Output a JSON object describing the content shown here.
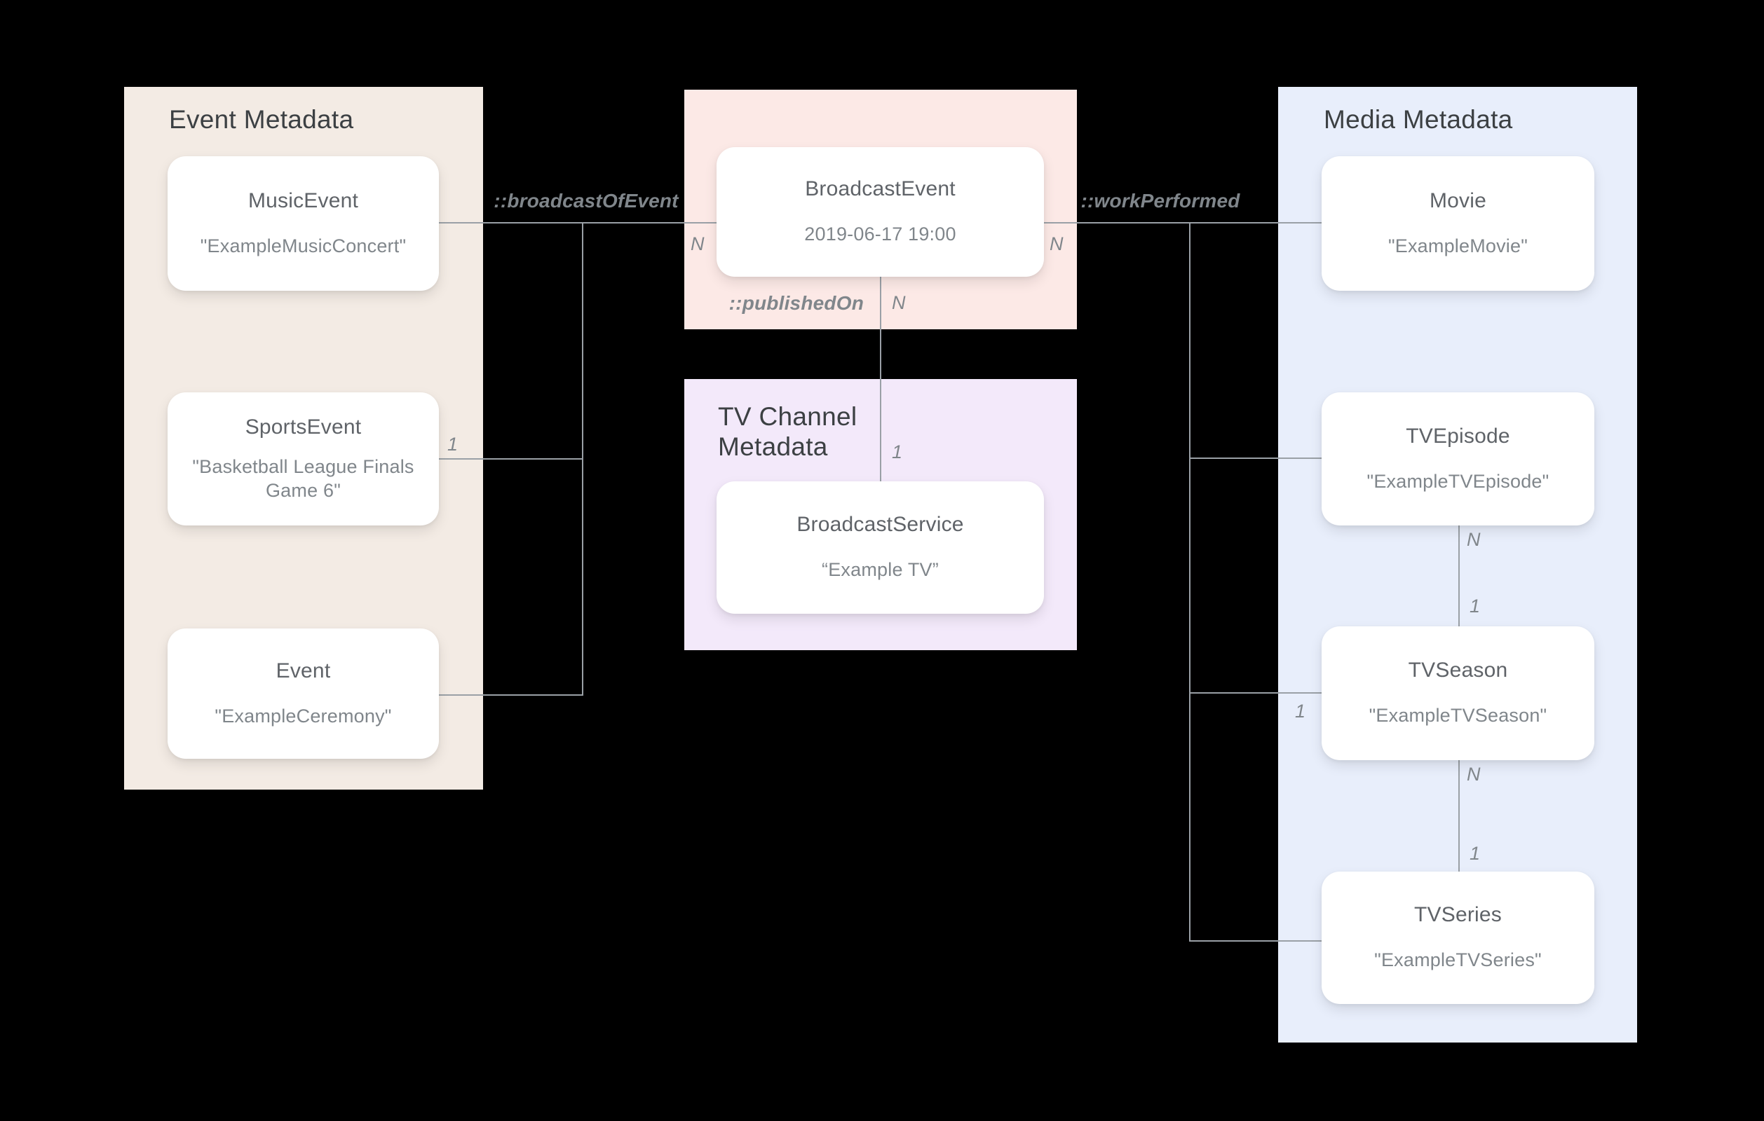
{
  "colors": {
    "background": "#000000",
    "event_panel": "#F3EBE4",
    "broadcast_panel": "#FCE9E6",
    "tv_channel_panel": "#F3E9FA",
    "media_panel": "#E8EEFB",
    "card": "#FFFFFF",
    "line": "#9AA0A6",
    "panel_title": "#3C4043",
    "card_title": "#5F6368",
    "card_subtitle": "#80868B",
    "label": "#80868B"
  },
  "panels": {
    "event": {
      "title": "Event Metadata",
      "nodes": [
        {
          "title": "MusicEvent",
          "subtitle": "\"ExampleMusicConcert\""
        },
        {
          "title": "SportsEvent",
          "subtitle": "\"Basketball League Finals Game 6\""
        },
        {
          "title": "Event",
          "subtitle": "\"ExampleCeremony\""
        }
      ]
    },
    "broadcast": {
      "nodes": [
        {
          "title": "BroadcastEvent",
          "subtitle": "2019-06-17 19:00"
        }
      ]
    },
    "tv_channel": {
      "title": "TV Channel Metadata",
      "nodes": [
        {
          "title": "BroadcastService",
          "subtitle": "“Example TV”"
        }
      ]
    },
    "media": {
      "title": "Media Metadata",
      "nodes": [
        {
          "title": "Movie",
          "subtitle": "\"ExampleMovie\""
        },
        {
          "title": "TVEpisode",
          "subtitle": "\"ExampleTVEpisode\""
        },
        {
          "title": "TVSeason",
          "subtitle": "\"ExampleTVSeason\""
        },
        {
          "title": "TVSeries",
          "subtitle": "\"ExampleTVSeries\""
        }
      ]
    }
  },
  "relationships": [
    {
      "label": "::broadcastOfEvent"
    },
    {
      "label": "::workPerformed"
    },
    {
      "label": "::publishedOn"
    }
  ],
  "cardinalities": {
    "music_broadcast_n": "N",
    "sports_1": "1",
    "work_performed_n": "N",
    "published_on_n": "N",
    "broadcast_service_1": "1",
    "episode_n": "N",
    "episode_season_1": "1",
    "season_left_1": "1",
    "season_n": "N",
    "season_series_1": "1"
  }
}
